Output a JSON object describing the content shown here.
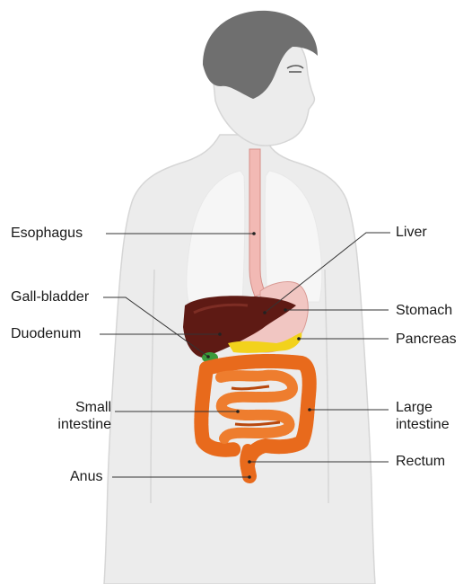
{
  "labels": {
    "esophagus": "Esophagus",
    "gall_bladder": "Gall-bladder",
    "duodenum": "Duodenum",
    "small_intestine": "Small\nintestine",
    "anus": "Anus",
    "liver": "Liver",
    "stomach": "Stomach",
    "pancreas": "Pancreas",
    "large_intestine": "Large\nintestine",
    "rectum": "Rectum"
  },
  "colors": {
    "body": "#ececec",
    "body_outline": "#d6d6d6",
    "hair": "#6f6f6f",
    "lungs": "#f6f6f6",
    "esophagus": "#f2b9b4",
    "liver": "#5e1a14",
    "stomach": "#f1c6c2",
    "pancreas": "#f2d21c",
    "gall_bladder": "#3a9a3a",
    "intestine": "#e86a1c",
    "leader_line": "#333333"
  }
}
